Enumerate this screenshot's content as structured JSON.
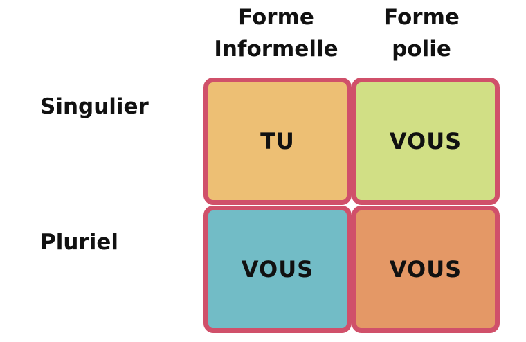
{
  "columns": [
    {
      "line1": "Forme",
      "line2": "Informelle"
    },
    {
      "line1": "Forme",
      "line2": "polie"
    }
  ],
  "rows": [
    "Singulier",
    "Pluriel"
  ],
  "cells": [
    [
      {
        "text": "TU",
        "color": "#edbf74"
      },
      {
        "text": "VOUS",
        "color": "#d1df85"
      }
    ],
    [
      {
        "text": "VOUS",
        "color": "#72bcc6"
      },
      {
        "text": "VOUS",
        "color": "#e49866"
      }
    ]
  ],
  "border_color": "#d0506a"
}
